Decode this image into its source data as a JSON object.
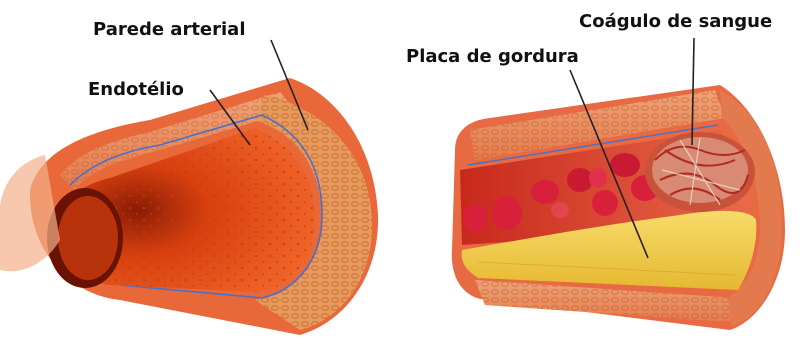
{
  "labels": {
    "arterial_wall": "Parede arterial",
    "endothelium": "Endotélio",
    "blood_clot": "Coágulo de sangue",
    "fat_plaque": "Placa de gordura"
  },
  "colors": {
    "wall_outer": "#e8643a",
    "wall_inner": "#f5a06a",
    "lumen": "#f2551f",
    "lumen_dark": "#c23a10",
    "endothelium_line": "#4a6fc9",
    "tissue": "#e89a74",
    "plaque": "#f2d04a",
    "blood_cell": "#d8203a",
    "clot": "#b04a3a"
  }
}
